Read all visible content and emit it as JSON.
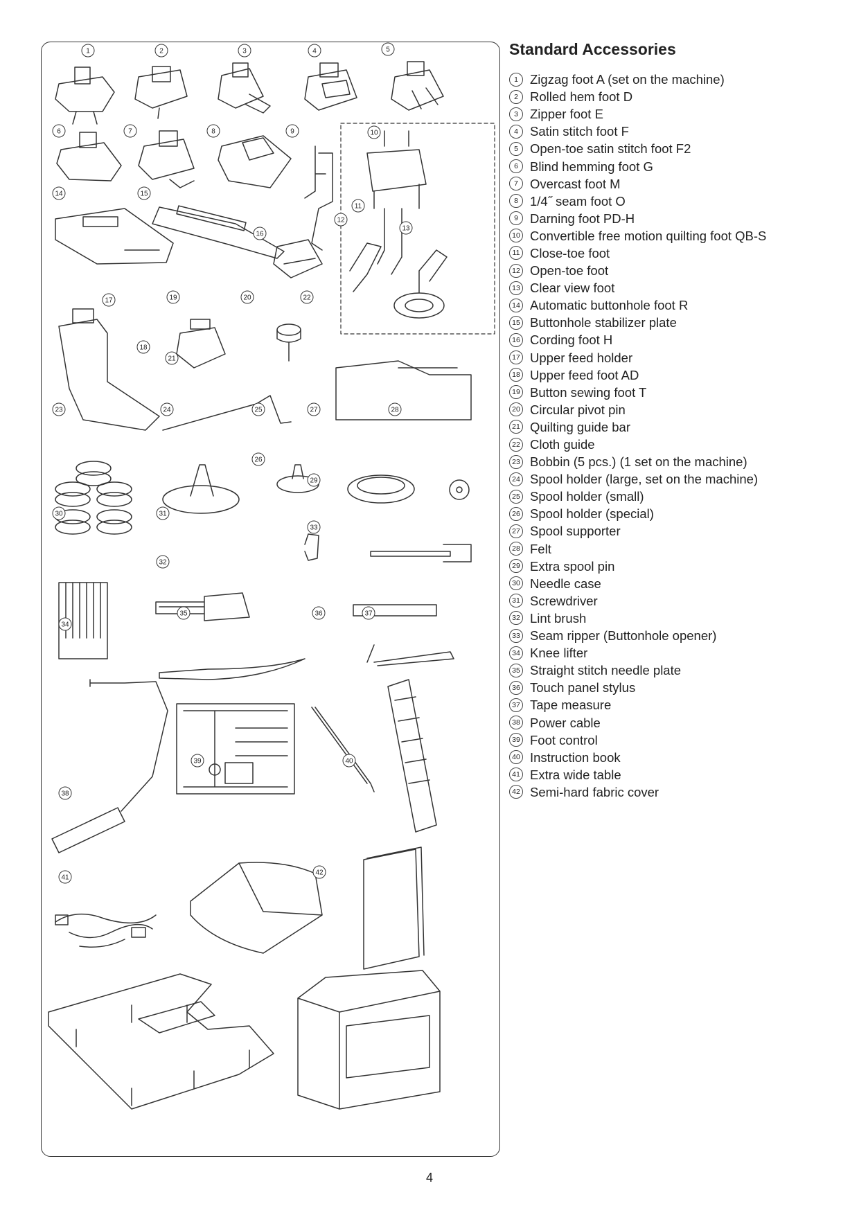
{
  "title": "Standard Accessories",
  "page_number": "4",
  "accessories": [
    {
      "num": "1",
      "label": "Zigzag foot A (set on the machine)"
    },
    {
      "num": "2",
      "label": "Rolled hem foot D"
    },
    {
      "num": "3",
      "label": "Zipper foot E"
    },
    {
      "num": "4",
      "label": "Satin stitch foot F"
    },
    {
      "num": "5",
      "label": "Open-toe satin stitch foot F2"
    },
    {
      "num": "6",
      "label": "Blind hemming foot G"
    },
    {
      "num": "7",
      "label": "Overcast foot M"
    },
    {
      "num": "8",
      "label": "1/4˝ seam foot O"
    },
    {
      "num": "9",
      "label": "Darning foot PD-H"
    },
    {
      "num": "10",
      "label": "Convertible free motion quilting foot QB-S"
    },
    {
      "num": "11",
      "label": "Close-toe foot"
    },
    {
      "num": "12",
      "label": "Open-toe foot"
    },
    {
      "num": "13",
      "label": "Clear view foot"
    },
    {
      "num": "14",
      "label": "Automatic buttonhole foot R"
    },
    {
      "num": "15",
      "label": "Buttonhole stabilizer plate"
    },
    {
      "num": "16",
      "label": "Cording foot H"
    },
    {
      "num": "17",
      "label": "Upper feed holder"
    },
    {
      "num": "18",
      "label": "Upper feed foot AD"
    },
    {
      "num": "19",
      "label": "Button sewing foot T"
    },
    {
      "num": "20",
      "label": "Circular pivot pin"
    },
    {
      "num": "21",
      "label": "Quilting guide bar"
    },
    {
      "num": "22",
      "label": "Cloth guide"
    },
    {
      "num": "23",
      "label": "Bobbin (5 pcs.) (1 set on the machine)"
    },
    {
      "num": "24",
      "label": "Spool holder (large, set on the machine)"
    },
    {
      "num": "25",
      "label": "Spool holder (small)"
    },
    {
      "num": "26",
      "label": "Spool holder (special)"
    },
    {
      "num": "27",
      "label": "Spool supporter"
    },
    {
      "num": "28",
      "label": "Felt"
    },
    {
      "num": "29",
      "label": "Extra spool pin"
    },
    {
      "num": "30",
      "label": "Needle case"
    },
    {
      "num": "31",
      "label": "Screwdriver"
    },
    {
      "num": "32",
      "label": "Lint brush"
    },
    {
      "num": "33",
      "label": "Seam ripper (Buttonhole opener)"
    },
    {
      "num": "34",
      "label": "Knee lifter"
    },
    {
      "num": "35",
      "label": "Straight stitch needle plate"
    },
    {
      "num": "36",
      "label": "Touch panel stylus"
    },
    {
      "num": "37",
      "label": "Tape measure"
    },
    {
      "num": "38",
      "label": "Power cable"
    },
    {
      "num": "39",
      "label": "Foot control"
    },
    {
      "num": "40",
      "label": "Instruction book"
    },
    {
      "num": "41",
      "label": "Extra wide table"
    },
    {
      "num": "42",
      "label": "Semi-hard fabric cover"
    }
  ]
}
